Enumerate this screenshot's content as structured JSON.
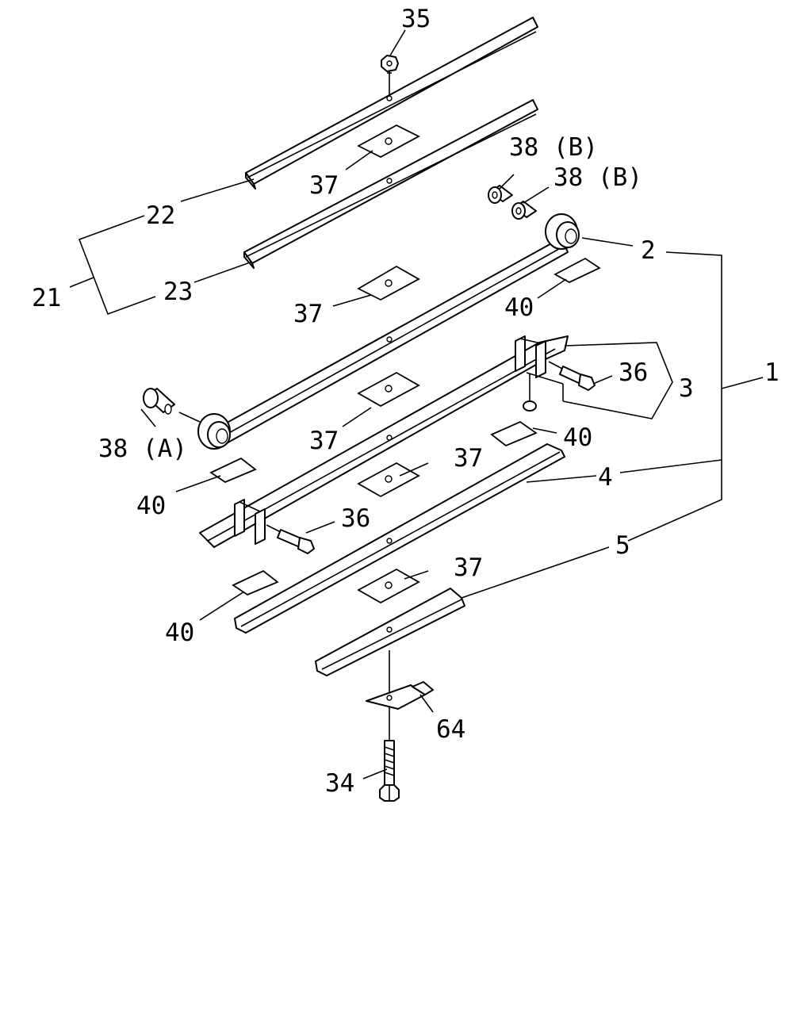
{
  "labels": {
    "l35": "35",
    "l22": "22",
    "l21": "21",
    "l23": "23",
    "l37a": "37",
    "l37b": "37",
    "l37c": "37",
    "l37d": "37",
    "l37e": "37",
    "l38b1": "38 (B)",
    "l38b2": "38 (B)",
    "l2": "2",
    "l40a": "40",
    "l40b": "40",
    "l40c": "40",
    "l40d": "40",
    "l36a": "36",
    "l36b": "36",
    "l3": "3",
    "l1": "1",
    "l38a": "38 (A)",
    "l4": "4",
    "l5": "5",
    "l64": "64",
    "l34": "34"
  },
  "icons": {
    "leaf": "spring-leaf-plate",
    "nut": "hex-nut-icon",
    "bolt": "bolt-icon",
    "bushing": "bushing-icon",
    "pad": "insulator-pad-icon",
    "clip": "rebound-clip-icon",
    "plate": "center-plate-icon"
  }
}
